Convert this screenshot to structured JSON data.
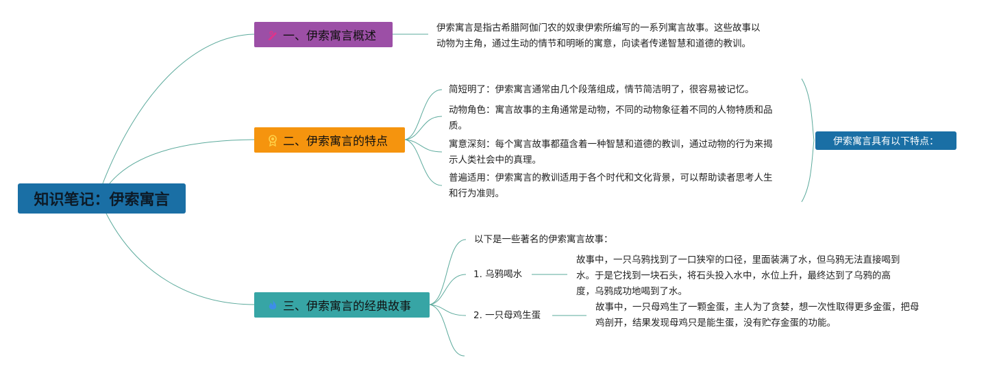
{
  "root": {
    "label": "知识笔记：伊索寓言"
  },
  "branches": [
    {
      "label": "一、伊索寓言概述",
      "icon": "pencil-icon",
      "color": "#9c4fa6",
      "text_lines": [
        "伊索寓言是指古希腊阿伽门农的奴隶伊索所编写的一系列寓言故事。这些故事以",
        "动物为主角，通过生动的情节和明晰的寓意，向读者传递智慧和道德的教训。"
      ]
    },
    {
      "label": "二、伊索寓言的特点",
      "icon": "award-icon",
      "color": "#f5940e",
      "items": [
        {
          "lines": [
            "简短明了：伊索寓言通常由几个段落组成，情节简洁明了，很容易被记忆。"
          ]
        },
        {
          "lines": [
            "动物角色：寓言故事的主角通常是动物，不同的动物象征着不同的人物特质和品",
            "质。"
          ]
        },
        {
          "lines": [
            "寓意深刻：每个寓言故事都蕴含着一种智慧和道德的教训，通过动物的行为来揭",
            "示人类社会中的真理。"
          ]
        },
        {
          "lines": [
            "普遍适用：伊索寓言的教训适用于各个时代和文化背景，可以帮助读者思考人生",
            "和行为准则。"
          ]
        }
      ],
      "summary": "伊索寓言具有以下特点："
    },
    {
      "label": "三、伊索寓言的经典故事",
      "icon": "flame-icon",
      "color": "#37a5a5",
      "intro": "以下是一些著名的伊索寓言故事：",
      "stories": [
        {
          "title": "1. 乌鸦喝水",
          "lines": [
            "故事中，一只乌鸦找到了一口狭窄的口径，里面装满了水，但乌鸦无法直接喝到",
            "水。于是它找到一块石头，将石头投入水中，水位上升，最终达到了乌鸦的高",
            "度，乌鸦成功地喝到了水。"
          ]
        },
        {
          "title": "2. 一只母鸡生蛋",
          "lines": [
            "故事中，一只母鸡生了一颗金蛋，主人为了贪婪，想一次性取得更多金蛋，把母",
            "鸡剖开，结果发现母鸡只是能生蛋，没有贮存金蛋的功能。"
          ]
        }
      ]
    }
  ]
}
